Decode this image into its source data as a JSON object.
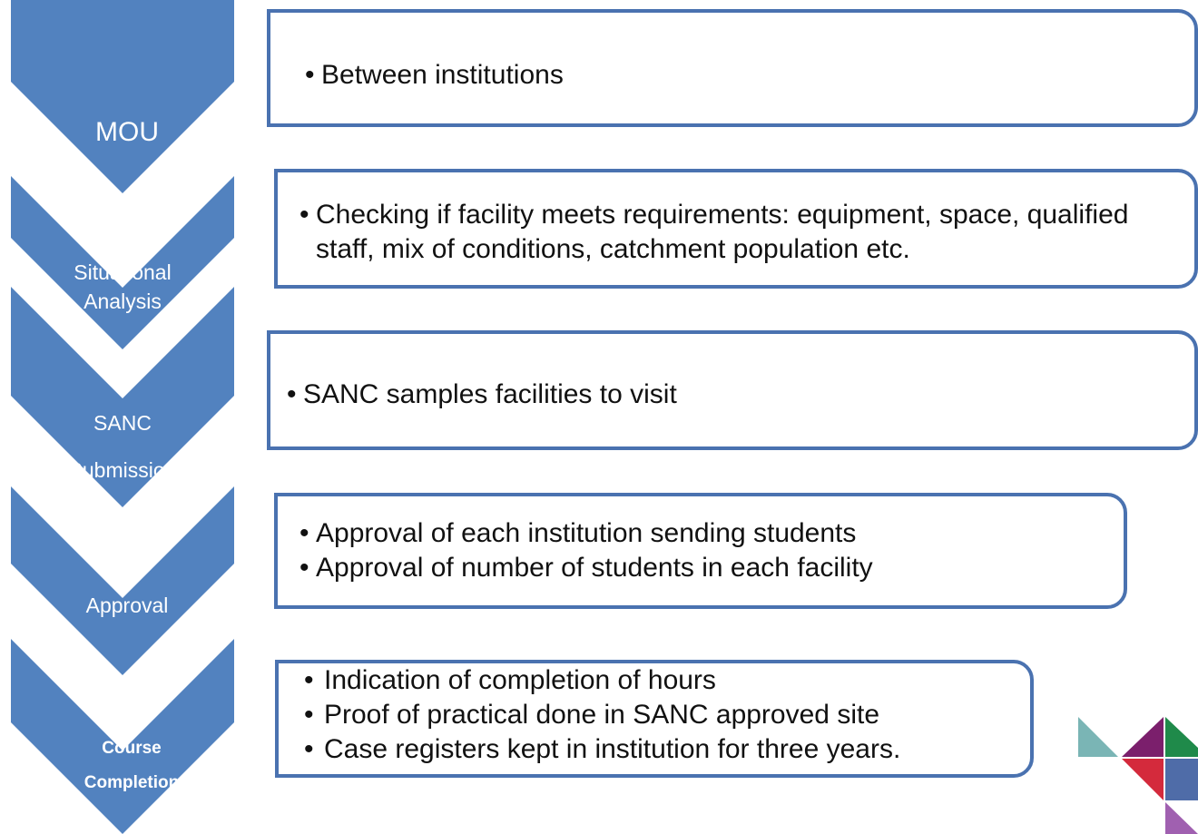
{
  "steps": [
    {
      "label": "MOU",
      "bullets": [
        "Between institutions"
      ]
    },
    {
      "label": "Situational Analysis",
      "bullets": [
        "Checking if facility meets requirements: equipment, space, qualified staff, mix of conditions, catchment population etc."
      ]
    },
    {
      "label": "SANC Submission",
      "bullets": [
        "SANC samples facilities to visit"
      ]
    },
    {
      "label": "Approval",
      "bullets": [
        "Approval of each institution sending students",
        "Approval of number of students in each facility"
      ]
    },
    {
      "label": "Course Completion",
      "bullets": [
        "Indication of completion of hours",
        "Proof of practical done in SANC approved site",
        "Case registers kept in institution for three years."
      ]
    }
  ],
  "colors": {
    "chevron": "#5282bf",
    "box_border": "#4a72b0",
    "logo": [
      "#7ab5b5",
      "#7b1f6c",
      "#1f8a4a",
      "#d42a3c",
      "#4f6ca8",
      "#a060b0"
    ]
  }
}
